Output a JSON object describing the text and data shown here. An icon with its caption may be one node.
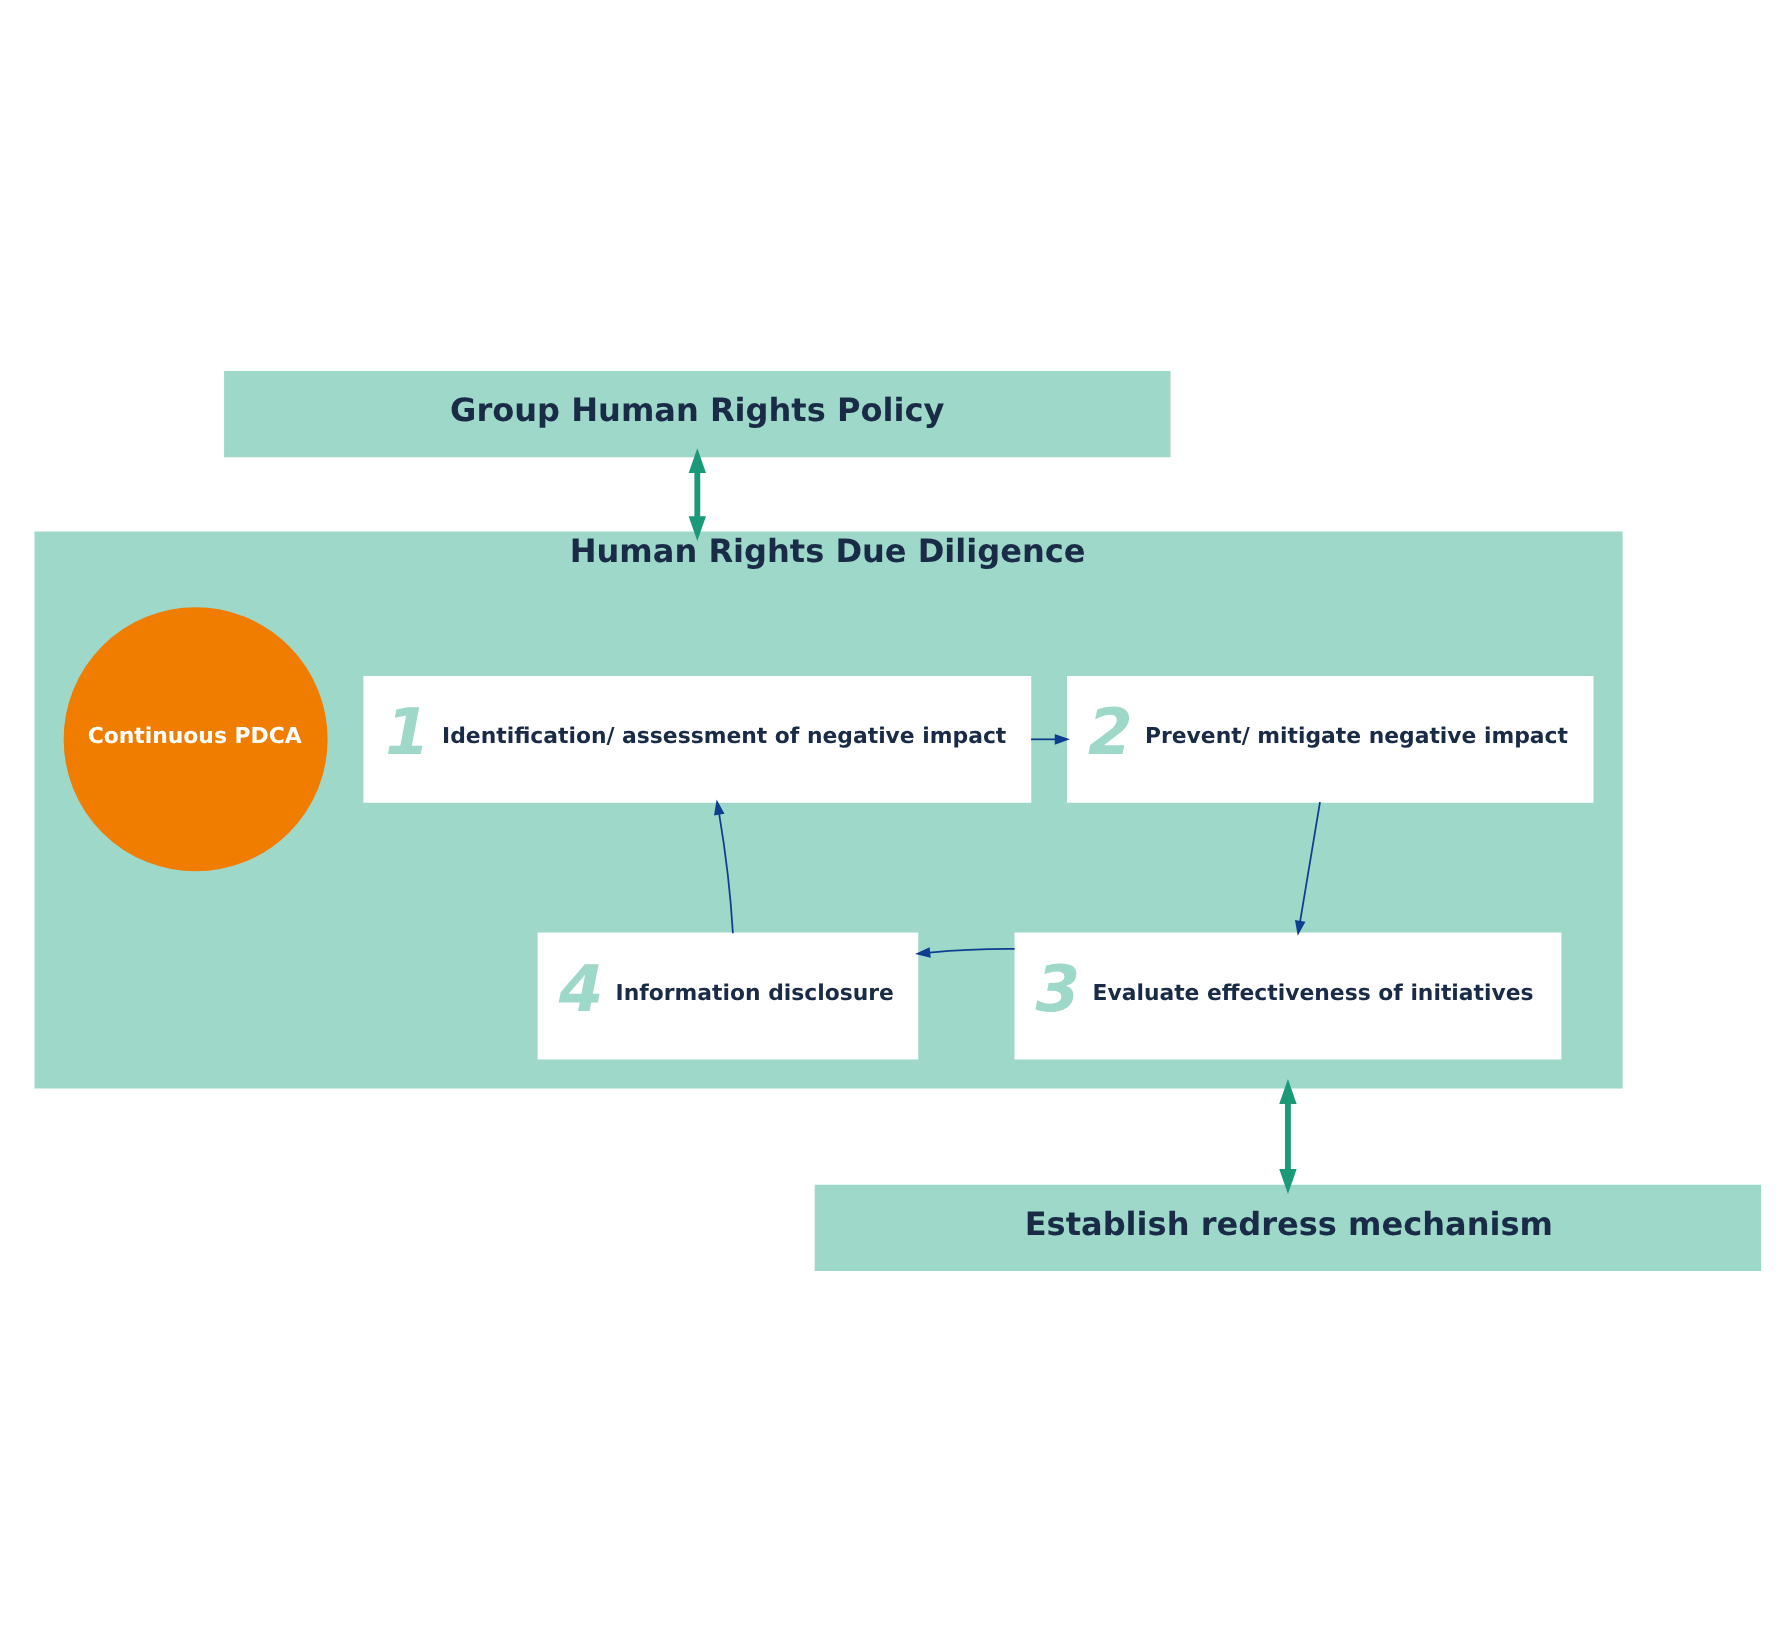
{
  "diagram": {
    "nodes": [
      {
        "text": [
          "Group Human Rights Policy"
        ]
      },
      {
        "text": [
          "Human Rights Due Diligence"
        ]
      },
      {
        "text": [
          "Continuous PDCA"
        ],
        "in": 1
      },
      {
        "text": [
          "1",
          "Identification/ assessment of negative impact"
        ],
        "in": 1
      },
      {
        "text": [
          "2",
          "Prevent/ mitigate negative impact"
        ],
        "in": 1
      },
      {
        "text": [
          "4",
          "Information disclosure"
        ],
        "in": 1
      },
      {
        "text": [
          "3",
          "Evaluate effectiveness of initiatives"
        ],
        "in": 1
      },
      {
        "text": [
          "Establish redress mechanism"
        ]
      }
    ],
    "edges": [
      {
        "from": 0,
        "to": 1,
        "arrow": "both",
        "color": "#1a9a78",
        "style": "thick"
      },
      {
        "from": 3,
        "to": 4,
        "arrow": "to"
      },
      {
        "from": 4,
        "to": 6,
        "arrow": "to"
      },
      {
        "from": 6,
        "to": 5,
        "arrow": "to"
      },
      {
        "from": 5,
        "to": 3,
        "arrow": "to"
      },
      {
        "from": 1,
        "to": 7,
        "arrow": "both",
        "color": "#1a9a78",
        "style": "thick"
      }
    ]
  }
}
